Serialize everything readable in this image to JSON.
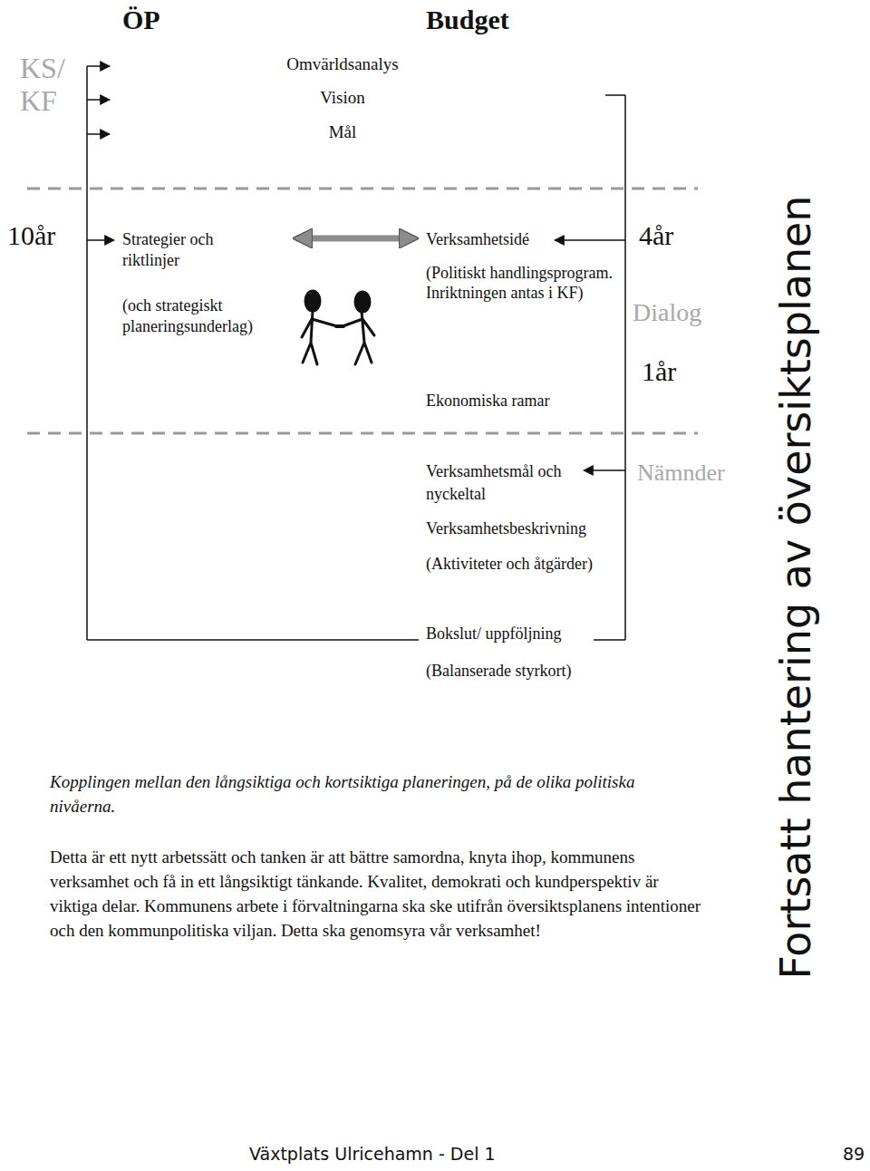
{
  "diagram": {
    "title": "Fortsatt hantering av översiktsplanen",
    "caption": "Kopplingen mellan den långsiktiga och kortsiktiga planeringen, på de olika politiska nivåerna.",
    "nodes": [
      {
        "text": [
          "Strategier och riktlinjer",
          "(och strategiskt planeringsunderlag)"
        ]
      },
      {
        "text": [
          "Verksamhetsidé",
          "(Politiskt handlingsprogram. Inriktningen antas i KF)"
        ]
      }
    ],
    "edges": [
      {
        "from": 0,
        "to": 1,
        "arrow": "both"
      }
    ],
    "labels": [
      "ÖP",
      "Budget",
      "KS/ KF",
      "Omvärldsanalys",
      "Vision",
      "Mål",
      "10år",
      "4år",
      "Dialog",
      "1år",
      "Ekonomiska ramar",
      "Nämnder",
      "Verksamhetsmål och nyckeltal",
      "Verksamhetsbeskrivning",
      "(Aktiviteter och åtgärder)",
      "Bokslut/ uppföljning",
      "(Balanserade styrkort)",
      "Detta är ett nytt arbetssätt och tanken är att bättre samordna, knyta ihop, kommunens verksamhet och få in ett långsiktigt tänkande. Kvalitet, demokrati och kundperspektiv är viktiga delar. Kommunens arbete i förvaltningarna ska ske utifrån översiktsplanens intentioner och den kommunpolitiska viljan. Detta ska genomsyra vår verksamhet!",
      "Växtplats Ulricehamn - Del 1",
      "89"
    ]
  }
}
